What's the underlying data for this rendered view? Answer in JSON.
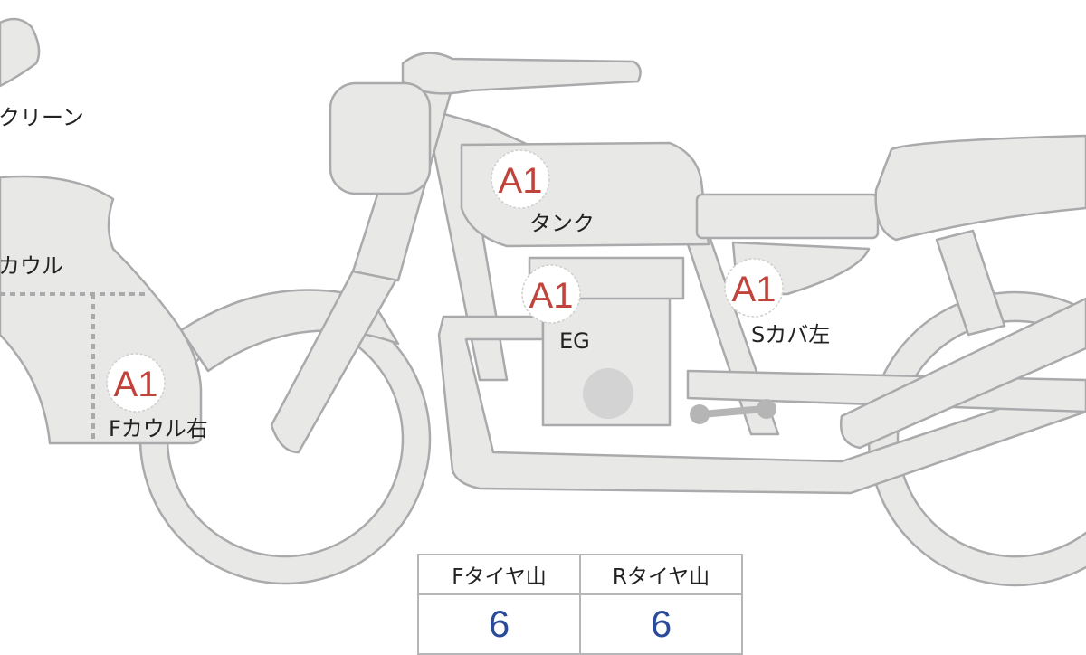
{
  "parts": [
    {
      "id": "screen",
      "label": "クリーン"
    },
    {
      "id": "cowl",
      "label": "カウル"
    },
    {
      "id": "f-cowl-right",
      "label": "Fカウル右",
      "grade": "A1"
    },
    {
      "id": "tank",
      "label": "タンク",
      "grade": "A1"
    },
    {
      "id": "engine",
      "label": "EG",
      "grade": "A1"
    },
    {
      "id": "side-cover-left",
      "label": "Sカバ左",
      "grade": "A1"
    }
  ],
  "tire_table": {
    "headers": [
      "Fタイヤ山",
      "Rタイヤ山"
    ],
    "values": [
      "6",
      "6"
    ]
  },
  "colors": {
    "grade": "#c0443c",
    "value": "#2a4a9a",
    "part_fill": "#e8e8e6"
  }
}
